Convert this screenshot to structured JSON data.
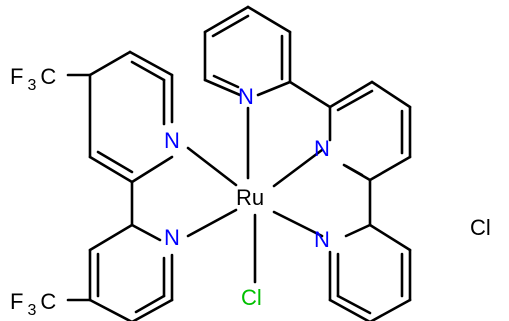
{
  "atoms": {
    "n_tpy_top": "N",
    "n_tpy_center": "N",
    "n_tpy_bottom": "N",
    "n_bpy_top": "N",
    "n_bpy_bottom": "N",
    "metal": "Ru",
    "cl_ligand": "Cl",
    "counter_ion": "Cl"
  },
  "substituents": {
    "top": {
      "f": "F",
      "f_sub": "3",
      "c": "C"
    },
    "bottom": {
      "f": "F",
      "f_sub": "3",
      "c": "C"
    }
  },
  "colors": {
    "bond": "#000000",
    "n": "#0000ff",
    "cl_ligand": "#00c000",
    "counter_ion": "#000000"
  }
}
